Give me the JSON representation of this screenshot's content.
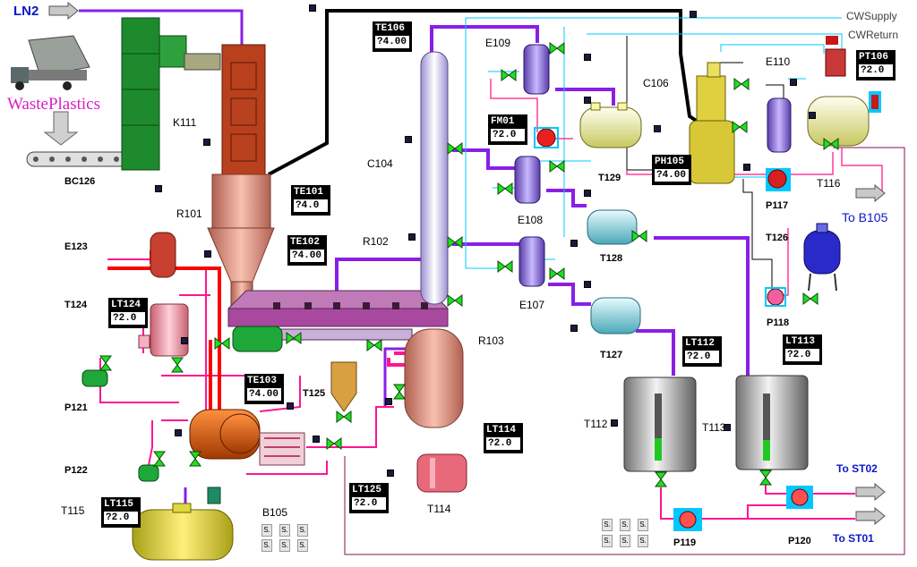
{
  "header": {
    "ln2_label": "LN2"
  },
  "feed": {
    "waste_plastics_label": "WastePlastics",
    "conveyor_label": "BC126"
  },
  "units": {
    "k111": "K111",
    "r101": "R101",
    "e123": "E123",
    "t124": "T124",
    "p121": "P121",
    "p122": "P122",
    "t115": "T115",
    "b105": "B105",
    "c104": "C104",
    "r102": "R102",
    "e109": "E109",
    "e108": "E108",
    "e107": "E107",
    "t125": "T125",
    "r103": "R103",
    "t114": "T114",
    "c106": "C106",
    "e110": "E110",
    "t129": "T129",
    "t128": "T128",
    "t127": "T127",
    "t116": "T116",
    "p117": "P117",
    "t126": "T126",
    "p118": "P118",
    "t112": "T112",
    "t113": "T113",
    "p119": "P119",
    "p120": "P120"
  },
  "utilities": {
    "cw_supply": "CWSupply",
    "cw_return": "CWReturn"
  },
  "destinations": {
    "b105": "To B105",
    "st02": "To ST02",
    "st01": "To ST01"
  },
  "tags": {
    "te106": {
      "name": "TE106",
      "value": "?4.00"
    },
    "fm01": {
      "name": "FM01",
      "value": "?2.0"
    },
    "ph105": {
      "name": "PH105",
      "value": "?4.00"
    },
    "pt106": {
      "name": "PT106",
      "value": "?2.0"
    },
    "te101": {
      "name": "TE101",
      "value": "?4.0"
    },
    "te102": {
      "name": "TE102",
      "value": "?4.00"
    },
    "lt124": {
      "name": "LT124",
      "value": "?2.0"
    },
    "te103": {
      "name": "TE103",
      "value": "?4.00"
    },
    "lt114": {
      "name": "LT114",
      "value": "?2.0"
    },
    "lt125": {
      "name": "LT125",
      "value": "?2.0"
    },
    "lt115": {
      "name": "LT115",
      "value": "?2.0"
    },
    "lt112": {
      "name": "LT112",
      "value": "?2.0"
    },
    "lt113": {
      "name": "LT113",
      "value": "?2.0"
    }
  },
  "status_cell_text": "S.",
  "colors": {
    "purple_line": "#8a1ee6",
    "pink_line": "#ff1493",
    "red_line": "#ff0000",
    "cyan_line": "#00c8ff",
    "black_line": "#000000",
    "lime_valve": "#22dd22"
  }
}
